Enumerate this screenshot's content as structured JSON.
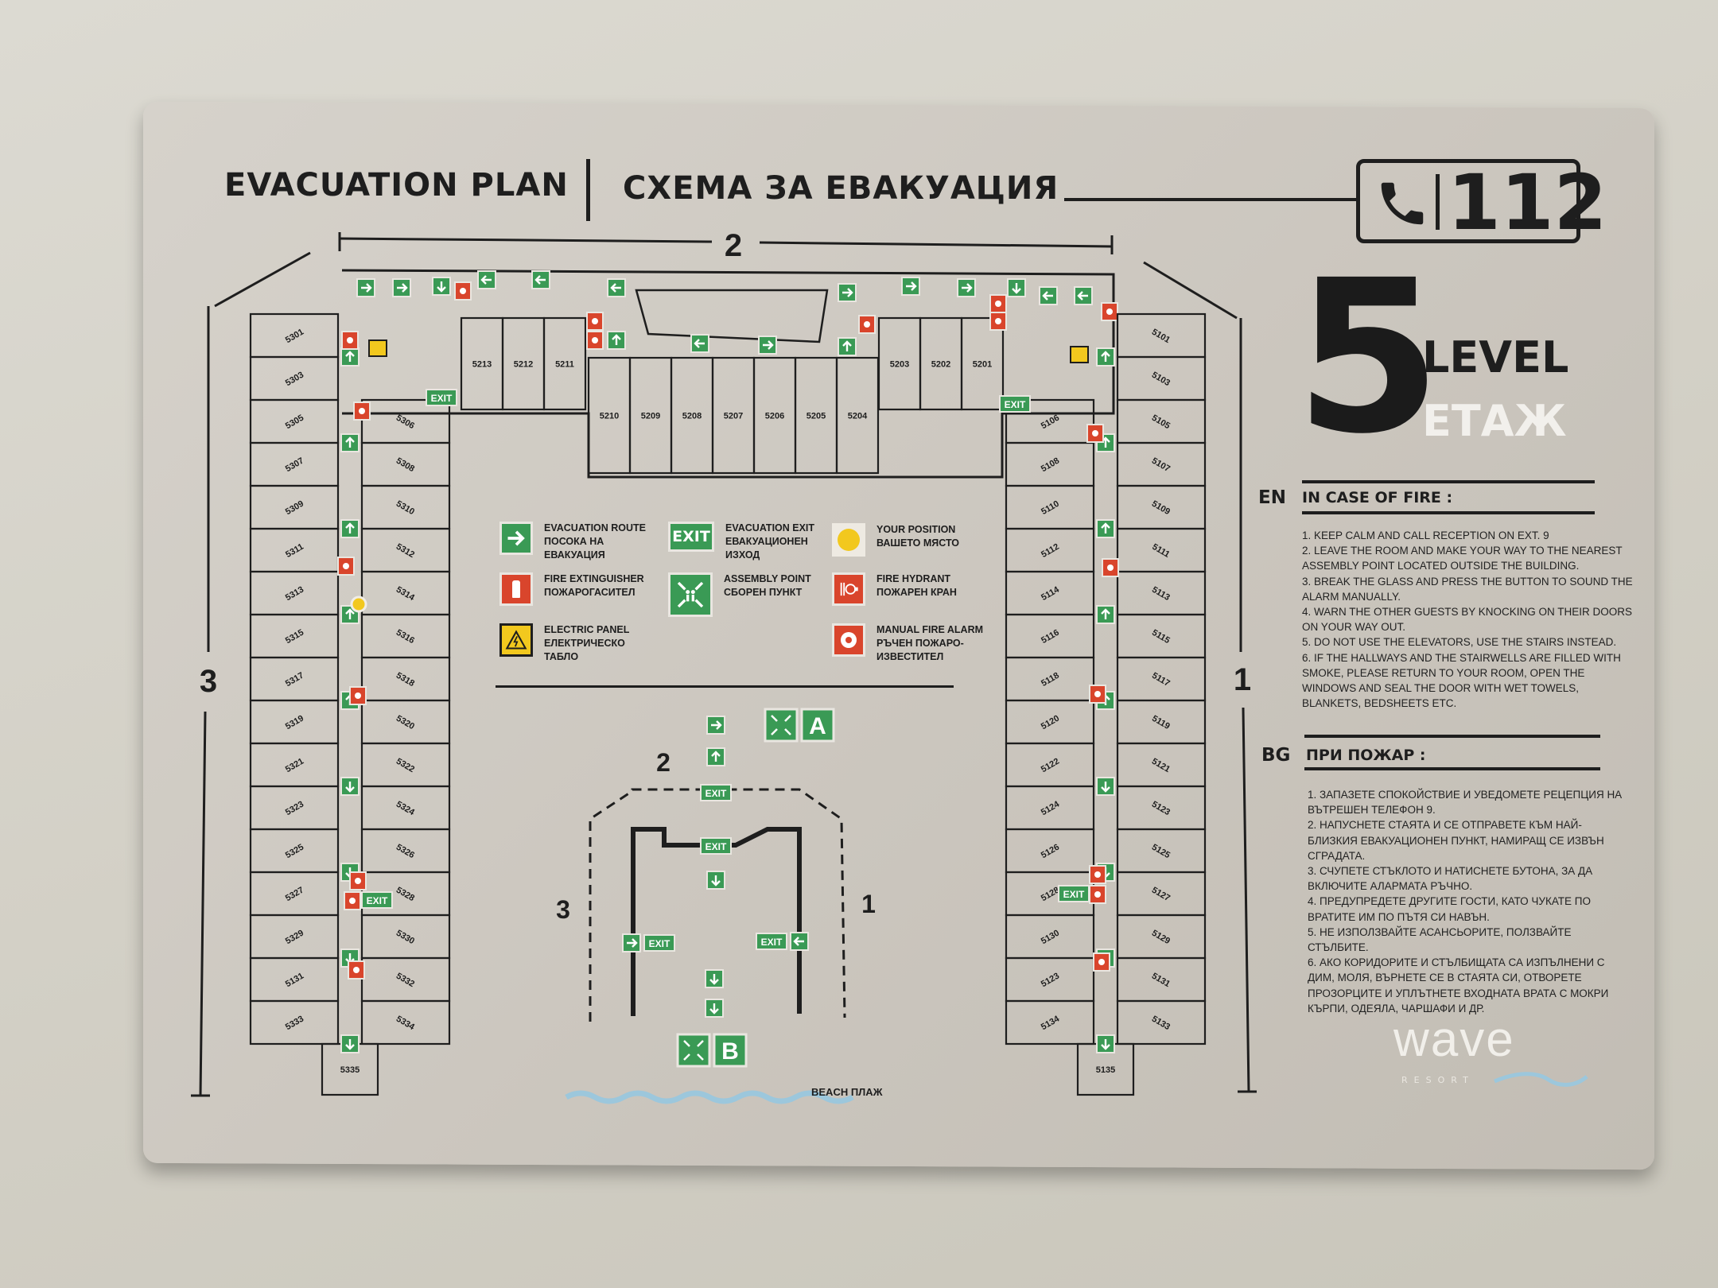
{
  "header": {
    "title_en": "EVACUATION PLAN",
    "title_bg": "СХЕМА ЗА ЕВАКУАЦИЯ",
    "emergency_number": "112",
    "phone_icon": "phone-icon"
  },
  "level": {
    "number": "5",
    "label_en": "LEVEL",
    "label_bg": "ЕТАЖ"
  },
  "instructions": {
    "en": {
      "lang": "EN",
      "heading": "IN CASE OF FIRE :",
      "items": [
        "1. KEEP CALM AND CALL RECEPTION ON EXT. 9",
        "2. LEAVE THE ROOM AND MAKE YOUR WAY TO THE NEAREST ASSEMBLY POINT LOCATED OUTSIDE THE BUILDING.",
        "3. BREAK THE GLASS AND PRESS THE BUTTON TO SOUND THE ALARM MANUALLY.",
        "4. WARN THE OTHER GUESTS BY KNOCKING ON THEIR DOORS ON YOUR WAY OUT.",
        "5. DO NOT USE THE ELEVATORS, USE THE STAIRS INSTEAD.",
        "6. IF THE HALLWAYS AND THE STAIRWELLS ARE FILLED WITH SMOKE, PLEASE RETURN TO YOUR ROOM, OPEN THE WINDOWS AND SEAL THE DOOR WITH WET TOWELS, BLANKETS, BEDSHEETS ETC."
      ]
    },
    "bg": {
      "lang": "BG",
      "heading": "ПРИ ПОЖАР :",
      "items": [
        "1. ЗАПАЗЕТЕ СПОКОЙСТВИЕ И УВЕДОМЕТЕ РЕЦЕПЦИЯ НА ВЪТРЕШЕН ТЕЛЕФОН 9.",
        "2. НАПУСНЕТЕ СТАЯТА И СЕ ОТПРАВЕТЕ КЪМ НАЙ-БЛИЗКИЯ ЕВАКУАЦИОНЕН ПУНКТ, НАМИРАЩ СЕ ИЗВЪН СГРАДАТА.",
        "3. СЧУПЕТЕ СТЪКЛОТО И НАТИСНЕТЕ БУТОНА, ЗА ДА ВКЛЮЧИТЕ АЛАРМАТА РЪЧНО.",
        "4. ПРЕДУПРЕДЕТЕ ДРУГИТЕ ГОСТИ, КАТО ЧУКАТЕ ПО ВРАТИТЕ ИМ ПО ПЪТЯ СИ НАВЪН.",
        "5. НЕ ИЗПОЛЗВАЙТЕ АСАНСЬОРИТЕ, ПОЛЗВАЙТЕ СТЪЛБИТЕ.",
        "6. АКО КОРИДОРИТЕ И СТЪЛБИЩАТА СА ИЗПЪЛНЕНИ С ДИМ, МОЛЯ, ВЪРНЕТЕ СЕ В СТАЯТА СИ, ОТВОРЕТЕ ПРОЗОРЦИТЕ И УПЛЪТНЕТЕ ВХОДНАТА ВРАТА С МОКРИ КЪРПИ, ОДЕЯЛА, ЧАРШАФИ И ДР."
      ]
    }
  },
  "legend": [
    {
      "icon": "evacuation-route-icon",
      "en": "EVACUATION ROUTE",
      "bg": "ПОСОКА НА ЕВАКУАЦИЯ"
    },
    {
      "icon": "exit-icon",
      "en": "EVACUATION EXIT",
      "bg": "ЕВАКУАЦИОНЕН ИЗХОД",
      "sign": "EXIT"
    },
    {
      "icon": "your-position-icon",
      "en": "YOUR POSITION",
      "bg": "ВАШЕТО МЯСТО"
    },
    {
      "icon": "fire-extinguisher-icon",
      "en": "FIRE EXTINGUISHER",
      "bg": "ПОЖАРОГАСИТЕЛ"
    },
    {
      "icon": "assembly-point-icon",
      "en": "ASSEMBLY POINT",
      "bg": "СБОРЕН ПУНКТ"
    },
    {
      "icon": "fire-hydrant-icon",
      "en": "FIRE HYDRANT",
      "bg": "ПОЖАРЕН КРАН"
    },
    {
      "icon": "electric-panel-icon",
      "en": "ELECTRIC PANEL",
      "bg": "ЕЛЕКТРИЧЕСКО ТАБЛО"
    },
    {
      "icon": "manual-fire-alarm-icon",
      "en": "MANUAL FIRE ALARM",
      "bg": "РЪЧЕН ПОЖАРО-ИЗВЕСТИТЕЛ"
    }
  ],
  "plan": {
    "wing_labels": {
      "top": "2",
      "left": "3",
      "right": "1"
    },
    "left_wing": {
      "outer": [
        "5301",
        "5303",
        "5305",
        "5307",
        "5309",
        "5311",
        "5313",
        "5315",
        "5317",
        "5319",
        "5321",
        "5323",
        "5325",
        "5327",
        "5329",
        "5131",
        "5333"
      ],
      "inner": [
        "5306",
        "5308",
        "5310",
        "5312",
        "5314",
        "5316",
        "5318",
        "5320",
        "5322",
        "5324",
        "5326",
        "5328",
        "5330",
        "5332",
        "5334"
      ],
      "end": "5335"
    },
    "right_wing": {
      "inner": [
        "5106",
        "5108",
        "5110",
        "5112",
        "5114",
        "5116",
        "5118",
        "5120",
        "5122",
        "5124",
        "5126",
        "5128",
        "5130",
        "5123",
        "5134"
      ],
      "outer": [
        "5101",
        "5103",
        "5105",
        "5107",
        "5109",
        "5111",
        "5113",
        "5115",
        "5117",
        "5119",
        "5121",
        "5123",
        "5125",
        "5127",
        "5129",
        "5131",
        "5133"
      ],
      "end": "5135"
    },
    "top_block": {
      "upper_left": [
        "5213",
        "5212",
        "5211"
      ],
      "lower": [
        "5210",
        "5209",
        "5208",
        "5207",
        "5206",
        "5205",
        "5204"
      ],
      "upper_right": [
        "5203",
        "5202",
        "5201"
      ]
    },
    "exit_label": "EXIT"
  },
  "site": {
    "labels": {
      "top": "2",
      "left": "3",
      "right": "1"
    },
    "assembly_a": "A",
    "assembly_b": "B",
    "exit_label": "EXIT",
    "beach": "BEACH ПЛАЖ"
  },
  "brand": {
    "name": "wave",
    "tagline": "RESORT"
  },
  "colors": {
    "green": "#3a9a55",
    "red": "#d9452c",
    "yellow": "#f2c81e",
    "ink": "#1e1e1e",
    "water": "#9cc7dc"
  }
}
